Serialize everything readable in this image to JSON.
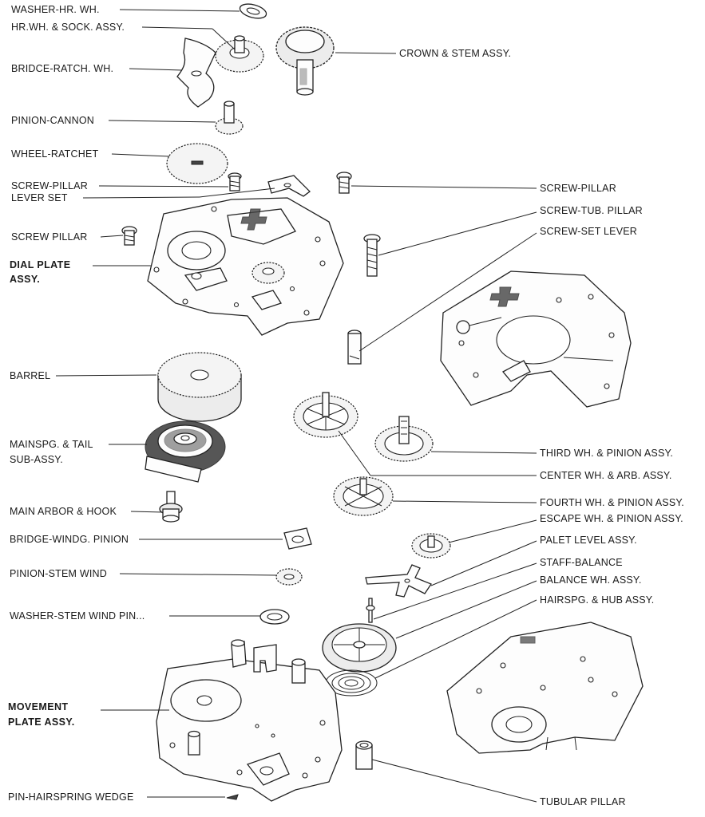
{
  "diagram": {
    "labels_left": {
      "washer_hr_wh": "WASHER-HR. WH.",
      "hr_wh_sock_assy": "HR.WH. & SOCK. ASSY.",
      "bridge_ratch_wh": "BRIDCE-RATCH. WH.",
      "pinion_cannon": "PINION-CANNON",
      "wheel_ratchet": "WHEEL-RATCHET",
      "screw_pillar_1": "SCREW-PILLAR",
      "lever_set": "LEVER SET",
      "screw_pillar_2": "SCREW PILLAR",
      "dial_plate_assy_1": "DIAL PLATE",
      "dial_plate_assy_2": "ASSY.",
      "barrel": "BARREL",
      "mainspg_tail_1": "MAINSPG. & TAIL",
      "mainspg_tail_2": "SUB-ASSY.",
      "main_arbor_hook": "MAIN ARBOR & HOOK",
      "bridge_windg_pinion": "BRIDGE-WINDG. PINION",
      "pinion_stem_wind": "PINION-STEM WIND",
      "washer_stem_wind": "WASHER-STEM WIND PIN...",
      "movement_plate_1": "MOVEMENT",
      "movement_plate_2": "PLATE ASSY.",
      "pin_hairspring_wedge": "PIN-HAIRSPRING WEDGE"
    },
    "labels_right": {
      "crown_stem_assy": "CROWN & STEM ASSY.",
      "screw_pillar": "SCREW-PILLAR",
      "screw_tub_pillar": "SCREW-TUB. PILLAR",
      "screw_set_lever": "SCREW-SET LEVER",
      "third_wh": "THIRD WH. & PINION ASSY.",
      "center_wh": "CENTER WH. & ARB. ASSY.",
      "fourth_wh": "FOURTH WH. & PINION ASSY.",
      "escape_wh": "ESCAPE WH. & PINION ASSY.",
      "palet_level": "PALET LEVEL ASSY.",
      "staff_balance": "STAFF-BALANCE",
      "balance_wh": "BALANCE WH. ASSY.",
      "hairspg_hub": "HAIRSPG. & HUB ASSY.",
      "tubular_pillar": "TUBULAR PILLAR"
    }
  }
}
